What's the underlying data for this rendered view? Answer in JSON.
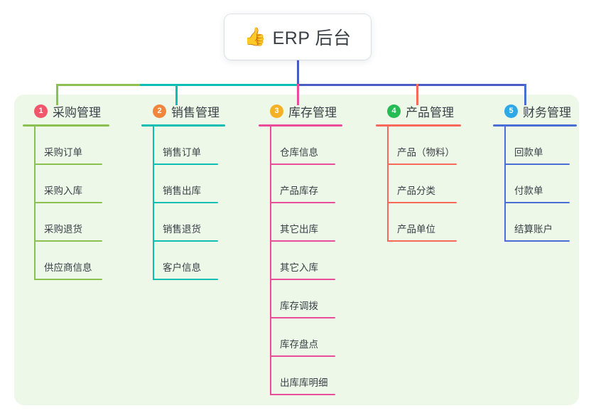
{
  "root": {
    "icon": "thumbs-up-emoji",
    "emoji": "👍",
    "title": "ERP 后台"
  },
  "theme": {
    "canvas_bg": "#eef8e9",
    "page_bg": "#ffffff",
    "text_color": "#3b3f46",
    "root_stem_color": "#4a5bc4"
  },
  "branches": [
    {
      "index": "1",
      "label": "采购管理",
      "badge_color": "#f2566a",
      "line_color": "#8cc152",
      "children": [
        {
          "label": "采购订单"
        },
        {
          "label": "采购入库"
        },
        {
          "label": "采购退货"
        },
        {
          "label": "供应商信息"
        }
      ]
    },
    {
      "index": "2",
      "label": "销售管理",
      "badge_color": "#f0863c",
      "line_color": "#0cbfb2",
      "children": [
        {
          "label": "销售订单"
        },
        {
          "label": "销售出库"
        },
        {
          "label": "销售退货"
        },
        {
          "label": "客户信息"
        }
      ]
    },
    {
      "index": "3",
      "label": "库存管理",
      "badge_color": "#f5b126",
      "line_color": "#ea4c9b",
      "children": [
        {
          "label": "仓库信息"
        },
        {
          "label": "产品库存"
        },
        {
          "label": "其它出库"
        },
        {
          "label": "其它入库"
        },
        {
          "label": "库存调拨"
        },
        {
          "label": "库存盘点"
        },
        {
          "label": "出库库明细"
        }
      ]
    },
    {
      "index": "4",
      "label": "产品管理",
      "badge_color": "#25bb55",
      "line_color": "#f8695a",
      "children": [
        {
          "label": "产品（物料）"
        },
        {
          "label": "产品分类"
        },
        {
          "label": "产品单位"
        }
      ]
    },
    {
      "index": "5",
      "label": "财务管理",
      "badge_color": "#2fa8e8",
      "line_color": "#4a6fd4",
      "children": [
        {
          "label": "回款单"
        },
        {
          "label": "付款单"
        },
        {
          "label": "结算账户"
        }
      ]
    }
  ],
  "layout": {
    "branch_x": [
      32,
      199,
      364,
      529,
      694
    ],
    "branch_width": [
      122,
      118,
      118,
      120,
      118
    ],
    "child_underline_width": [
      96,
      92,
      92,
      98,
      92
    ]
  }
}
